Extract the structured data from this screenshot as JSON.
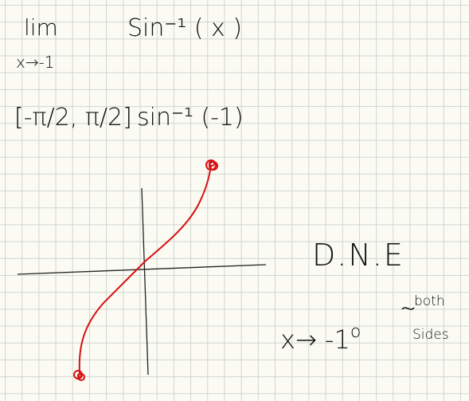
{
  "note": {
    "limit_word": "lim",
    "limit_subscript": "x→-1",
    "arcsin_expression": "Sin⁻¹ ( x )",
    "domain_interval": "[-π/2, π/2]",
    "arcsin_evaluation": "sin⁻¹ (-1)",
    "dne": "D.N.E",
    "approach_prefix": "x→  -1",
    "approach_ring": "o",
    "both_label": "both",
    "sides_label": "Sides"
  },
  "colors": {
    "ink": "#111111",
    "curve": "#d81010",
    "grid": "#cfd6cf",
    "paper": "#fbfbf4"
  }
}
